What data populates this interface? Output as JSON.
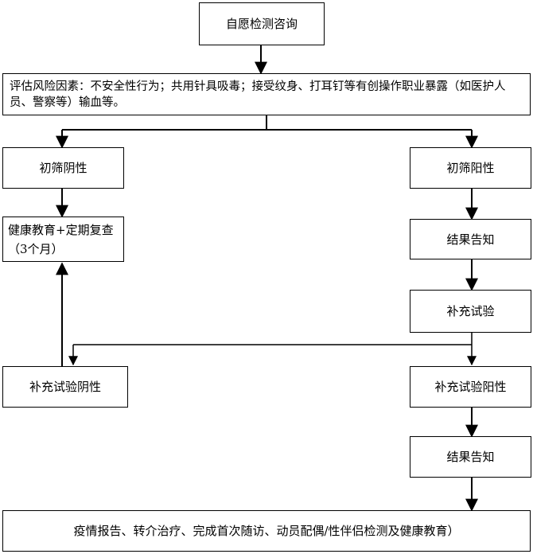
{
  "nodes": {
    "consult": "自愿检测咨询",
    "risk": "评估风险因素：不安全性行为；共用针具吸毒；接受纹身、打耳钉等有创操作职业暴露（如医护人员、警察等）输血等。",
    "screen_negative": "初筛阴性",
    "screen_positive": "初筛阳性",
    "health_education": "健康教育+定期复查（3个月）",
    "result_notify_1": "结果告知",
    "supplementary_test": "补充试验",
    "supp_negative": "补充试验阴性",
    "supp_positive": "补充试验阳性",
    "result_notify_2": "结果告知",
    "final_actions": "疫情报告、转介治疗、完成首次随访、动员配偶/性伴侣检测及健康教育）"
  },
  "colors": {
    "line": "#000000",
    "box_border": "#000000",
    "background": "#ffffff"
  }
}
